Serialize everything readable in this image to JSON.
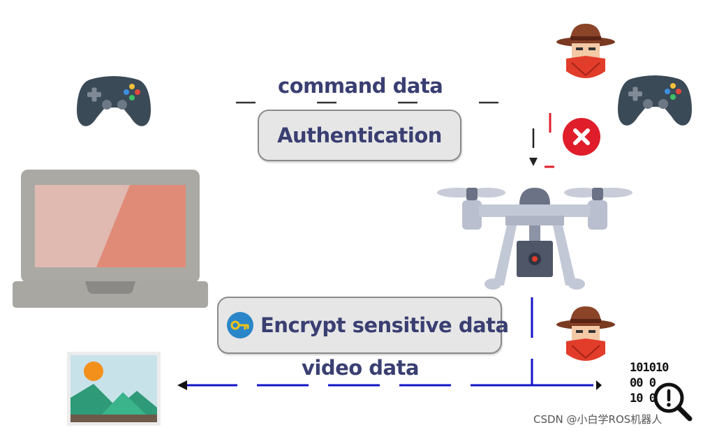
{
  "labels": {
    "command": "command data",
    "auth": "Authentication",
    "encrypt": "Encrypt sensitive data",
    "video": "video data"
  },
  "binary": {
    "row1": "101010",
    "row2": "00 0",
    "row3": "10 0"
  },
  "watermark": "CSDN @小白学ROS机器人",
  "icons": {
    "gamepad_left": "gamepad-icon",
    "gamepad_right": "gamepad-icon",
    "laptop": "laptop-icon",
    "drone": "drone-icon",
    "hacker_top": "hacker-icon",
    "hacker_bottom": "hacker-icon",
    "image": "image-icon",
    "key": "key-icon",
    "blocked": "x-circle-icon",
    "data_leak": "binary-magnifier-icon"
  },
  "colors": {
    "label": "#3a3f72",
    "video_link": "#1313c8",
    "blocked": "#e01e2b",
    "gamepad": "#3b4a57",
    "drone": "#c3c8d6"
  }
}
